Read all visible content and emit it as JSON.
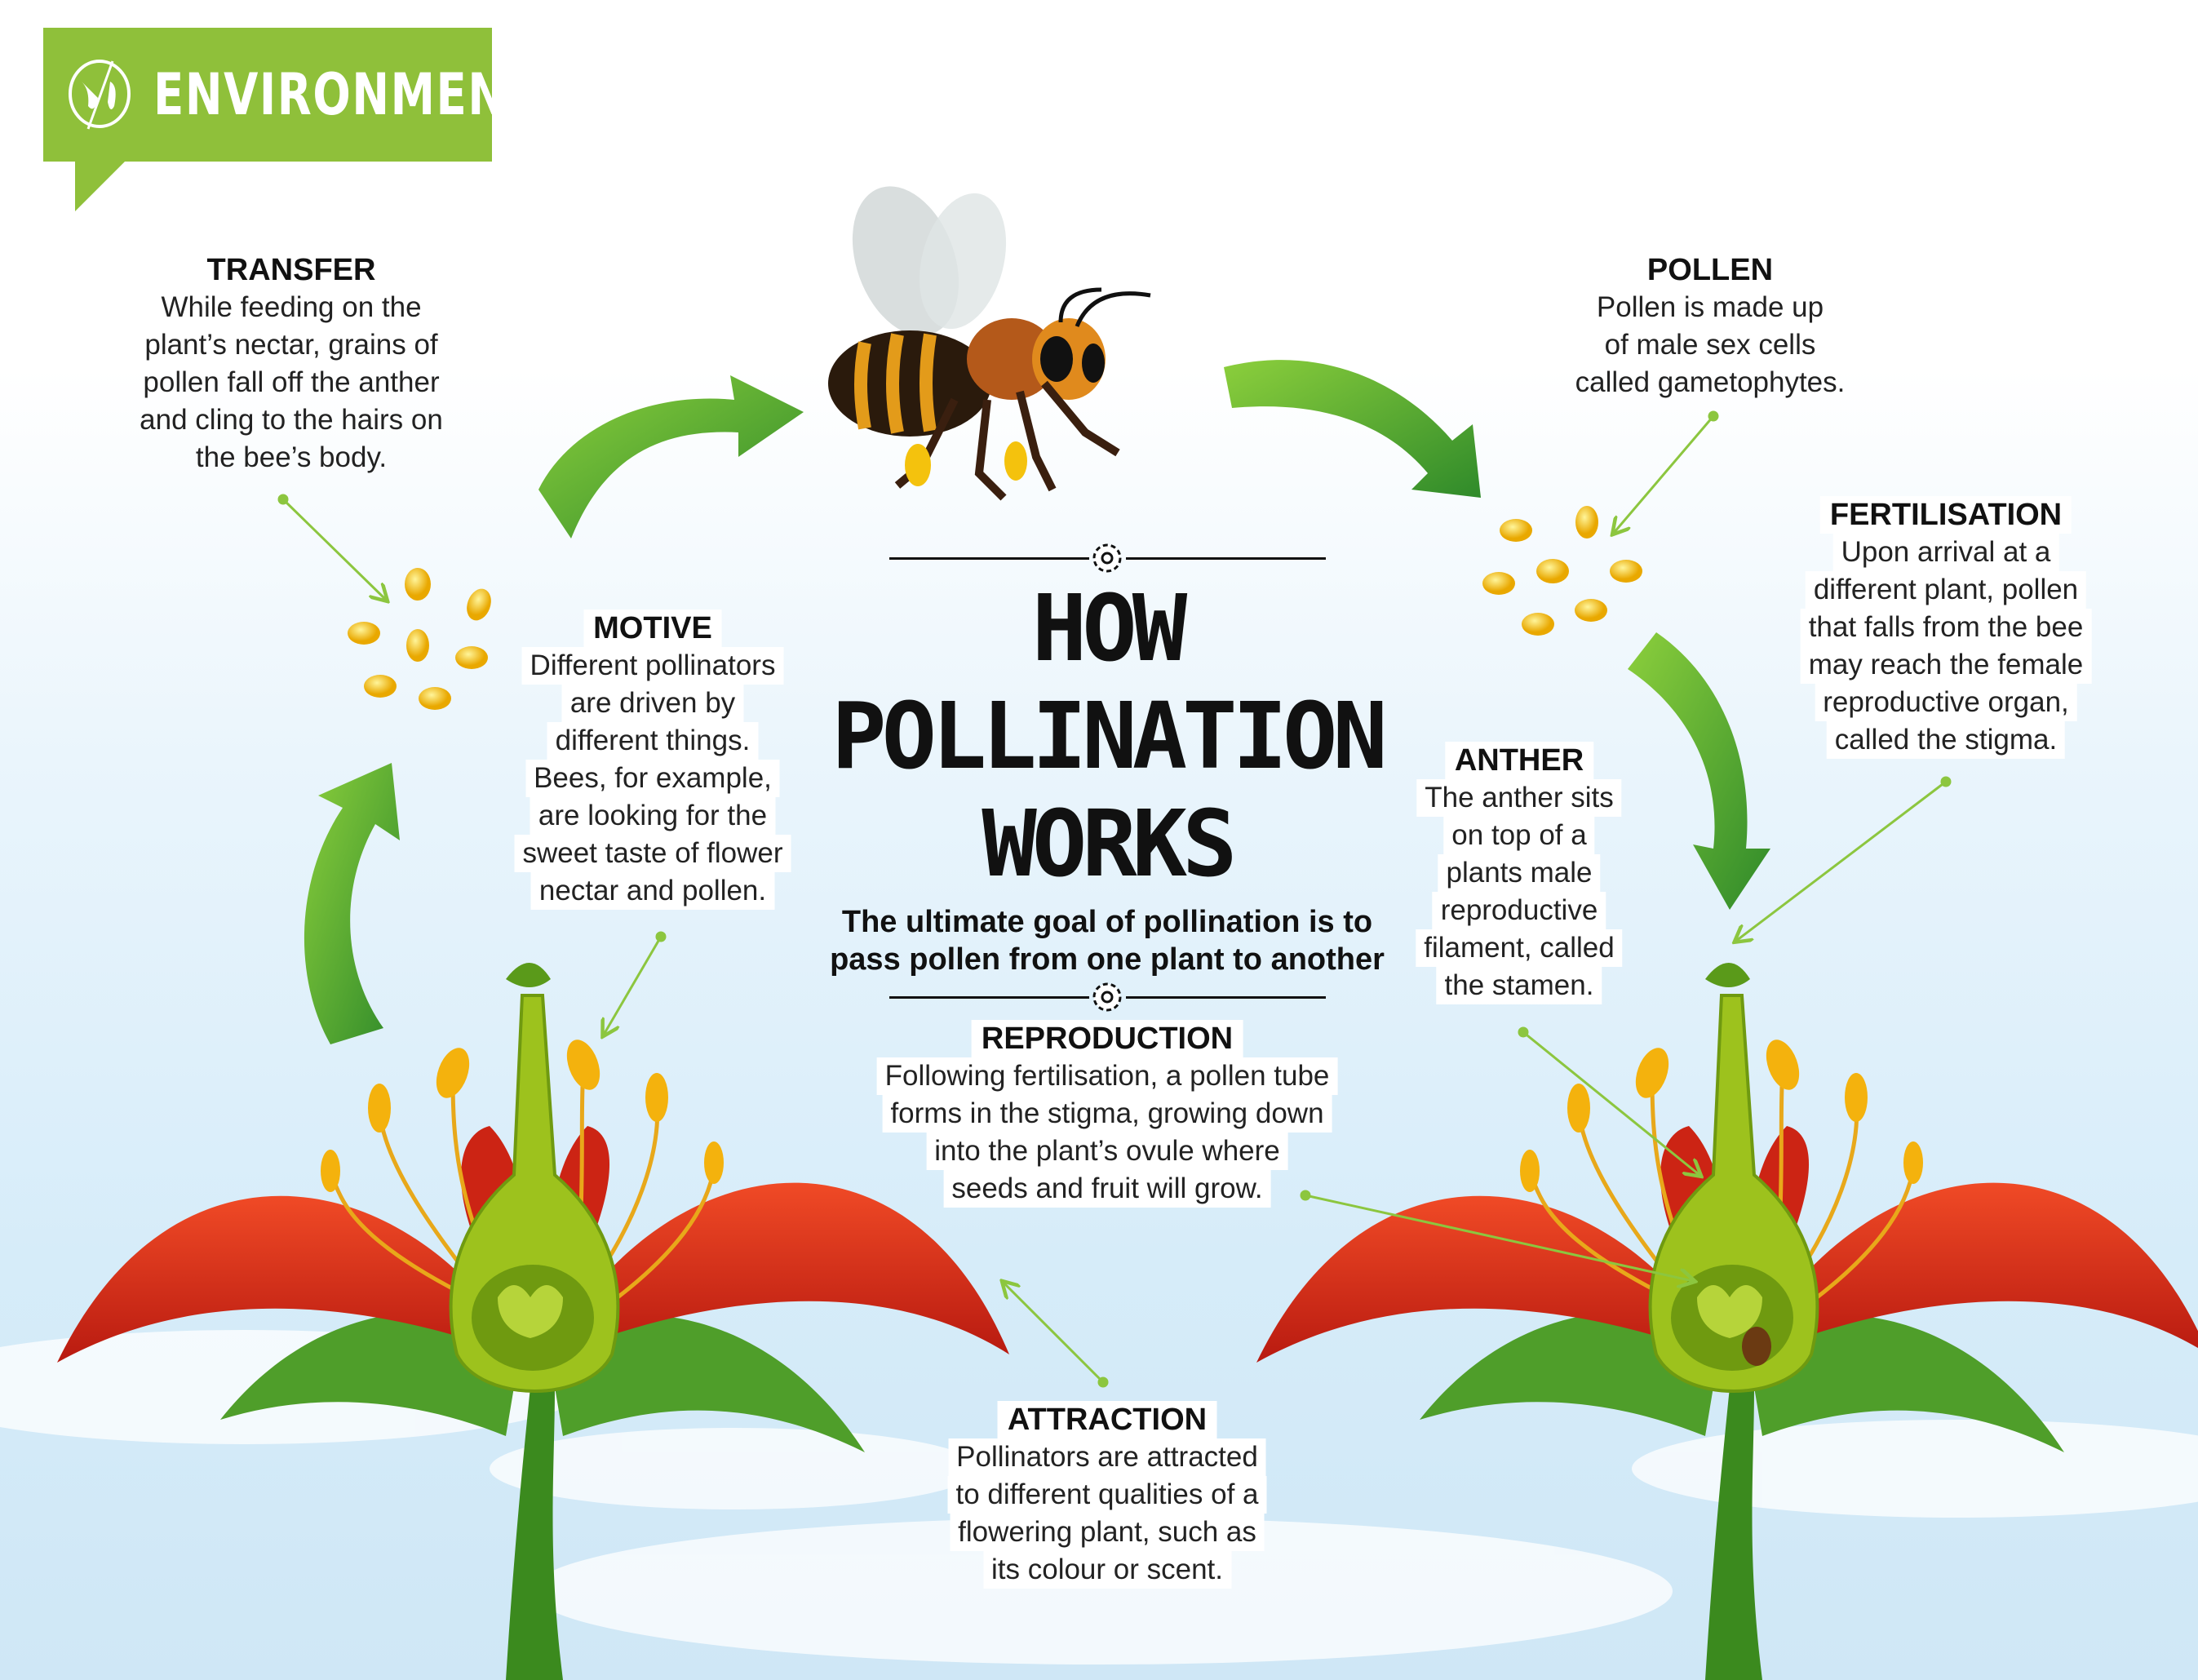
{
  "banner": {
    "label": "ENVIRONMENT",
    "color": "#8fc03a"
  },
  "title": {
    "lines": [
      "HOW",
      "POLLINATION",
      "WORKS"
    ],
    "subtitle": [
      "The ultimate goal of pollination is to",
      "pass pollen from one plant to another"
    ]
  },
  "sections": {
    "transfer": {
      "heading": "TRANSFER",
      "lines": [
        "While feeding on the",
        "plant’s nectar, grains of",
        "pollen fall off the anther",
        "and cling to the hairs on",
        "the bee’s body."
      ]
    },
    "pollen": {
      "heading": "POLLEN",
      "lines": [
        "Pollen is made up",
        "of male sex cells",
        "called gametophytes."
      ]
    },
    "fertilisation": {
      "heading": "FERTILISATION",
      "lines": [
        "Upon arrival at a",
        "different plant, pollen",
        "that falls from the bee",
        "may reach the female",
        "reproductive organ,",
        "called the stigma."
      ]
    },
    "motive": {
      "heading": "MOTIVE",
      "lines": [
        "Different pollinators",
        "are driven by",
        "different things.",
        "Bees, for example,",
        "are looking for the",
        "sweet taste of flower",
        "nectar and pollen."
      ]
    },
    "anther": {
      "heading": "ANTHER",
      "lines": [
        "The anther sits",
        "on top of a",
        "plants male",
        "reproductive",
        "filament, called",
        "the stamen."
      ]
    },
    "reproduction": {
      "heading": "REPRODUCTION",
      "lines": [
        "Following fertilisation, a pollen tube",
        "forms in the stigma, growing down",
        "into the plant’s ovule where",
        "seeds and fruit will grow."
      ]
    },
    "attraction": {
      "heading": "ATTRACTION",
      "lines": [
        "Pollinators are attracted",
        "to different qualities of a",
        "flowering plant, such as",
        "its colour or scent."
      ]
    }
  },
  "colors": {
    "arrow": "#4fa82e",
    "petal": "#e0311c",
    "leaf": "#5aa42a",
    "pollen": "#f4c20d",
    "pointer": "#8cc63f"
  }
}
